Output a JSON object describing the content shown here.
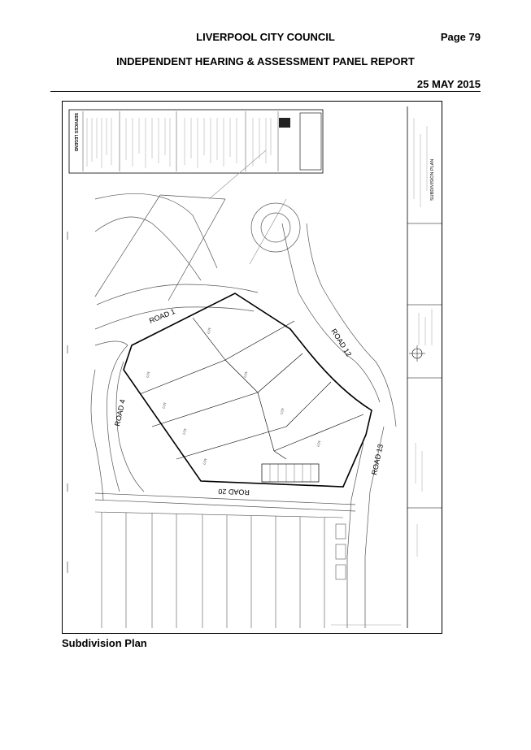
{
  "header": {
    "council": "LIVERPOOL CITY COUNCIL",
    "page": "Page 79",
    "report": "INDEPENDENT HEARING & ASSESSMENT PANEL REPORT",
    "date": "25 MAY 2015"
  },
  "plan": {
    "roads": [
      {
        "id": "road-1",
        "label": "ROAD 1"
      },
      {
        "id": "road-12",
        "label": "ROAD 12"
      },
      {
        "id": "road-4",
        "label": "ROAD 4"
      },
      {
        "id": "road-13",
        "label": "ROAD 13"
      },
      {
        "id": "road-20",
        "label": "ROAD 20"
      }
    ],
    "legend_title": "SERVICES LEGEND",
    "sheet_title": "SUBDIVISION PLAN"
  },
  "caption": "Subdivision Plan"
}
